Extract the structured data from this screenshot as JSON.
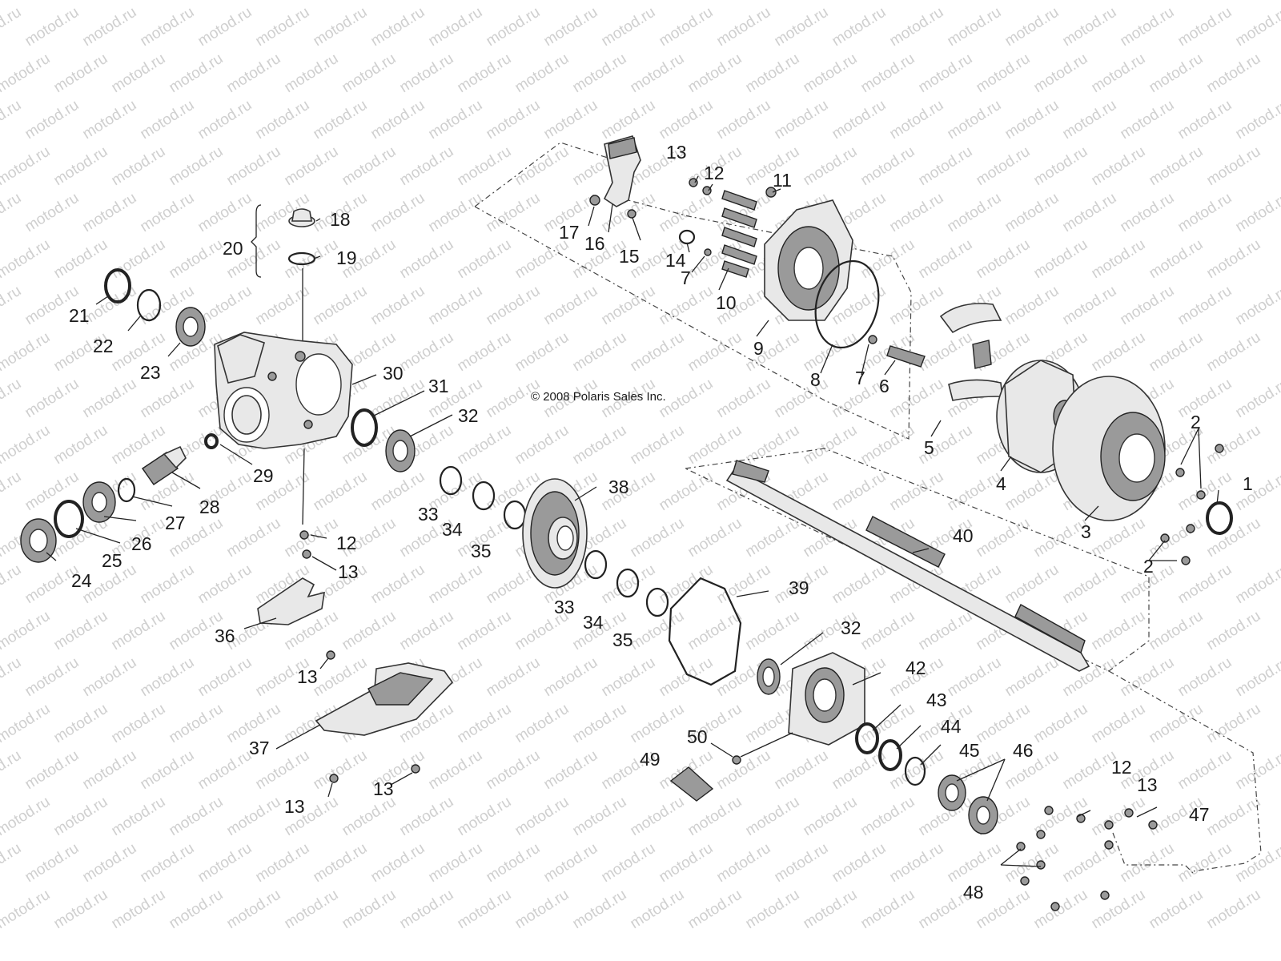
{
  "watermark": "motod.ru",
  "copyright": "© 2008 Polaris Sales Inc.",
  "callouts": {
    "n1": "1",
    "n2a": "2",
    "n2b": "2",
    "n3": "3",
    "n4": "4",
    "n5": "5",
    "n6": "6",
    "n7a": "7",
    "n7b": "7",
    "n8": "8",
    "n9": "9",
    "n10": "10",
    "n11": "11",
    "n12a": "12",
    "n12b": "12",
    "n12c": "12",
    "n13a": "13",
    "n13b": "13",
    "n13c": "13",
    "n13d": "13",
    "n13e": "13",
    "n13f": "13",
    "n14": "14",
    "n15": "15",
    "n16": "16",
    "n17": "17",
    "n18": "18",
    "n19": "19",
    "n20": "20",
    "n21": "21",
    "n22": "22",
    "n23": "23",
    "n24": "24",
    "n25": "25",
    "n26": "26",
    "n27": "27",
    "n28": "28",
    "n29": "29",
    "n30": "30",
    "n31": "31",
    "n32a": "32",
    "n32b": "32",
    "n33a": "33",
    "n33b": "33",
    "n34a": "34",
    "n34b": "34",
    "n35a": "35",
    "n35b": "35",
    "n36": "36",
    "n37": "37",
    "n38": "38",
    "n39": "39",
    "n40": "40",
    "n42": "42",
    "n43": "43",
    "n44": "44",
    "n45": "45",
    "n46": "46",
    "n47": "47",
    "n48": "48",
    "n49": "49",
    "n50": "50"
  }
}
